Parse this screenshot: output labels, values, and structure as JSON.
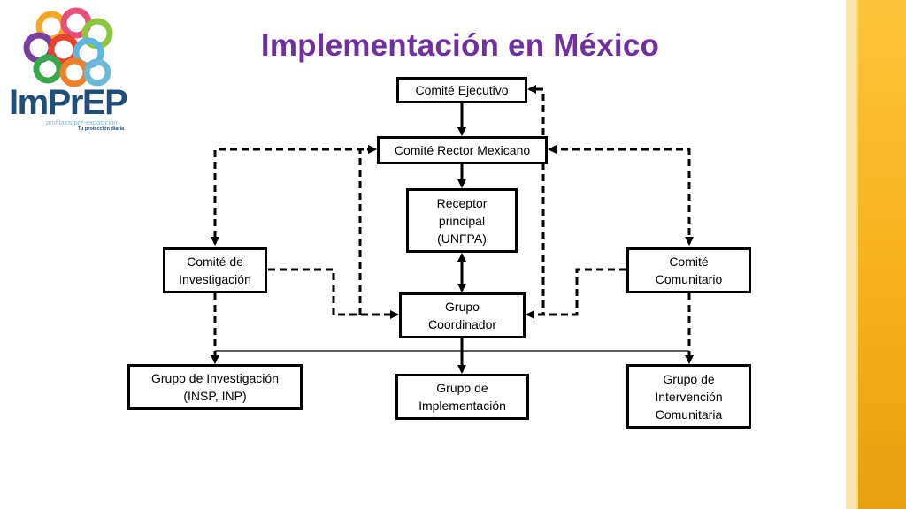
{
  "slide": {
    "title": "Implementación en México"
  },
  "logo": {
    "name": "ImPrEP",
    "tagline": "profilaxis pre-exposición",
    "subtagline": "Tu protección diaria"
  },
  "diagram": {
    "nodes": {
      "comite_ejecutivo": "Comité Ejecutivo",
      "comite_rector": "Comité Rector Mexicano",
      "receptor": "Receptor\nprincipal\n(UNFPA)",
      "comite_investigacion": "Comité de\nInvestigación",
      "comite_comunitario": "Comité\nComunitario",
      "grupo_coordinador": "Grupo\nCoordinador",
      "grupo_investigacion": "Grupo de Investigación\n(INSP, INP)",
      "grupo_implementacion": "Grupo de\nImplementación",
      "grupo_intervencion": "Grupo de\nIntervención\nComunitaria"
    }
  },
  "colors": {
    "title": "#7030a0",
    "accent_bar": "#fcc33c",
    "logo_text": "#1f4e79"
  }
}
